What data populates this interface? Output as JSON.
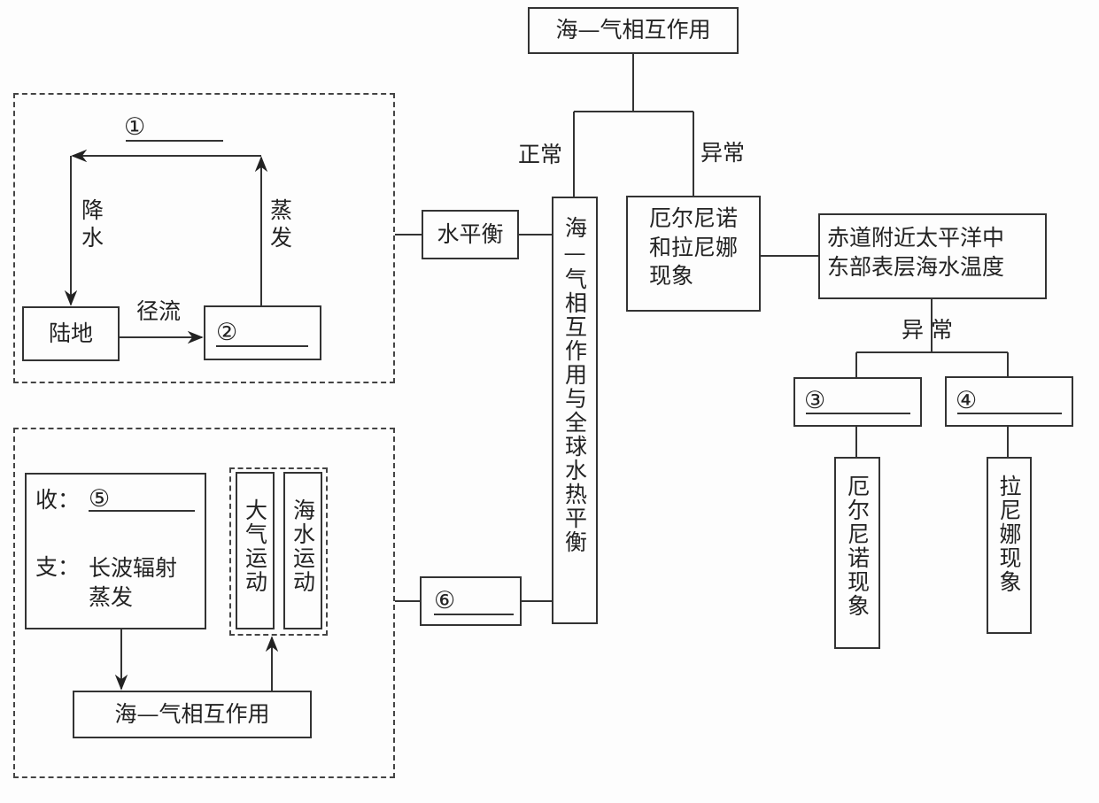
{
  "diagram": {
    "top_box": "海—气相互作用",
    "branch_normal": "正常",
    "branch_abnormal": "异常",
    "main_vertical_box": "海—气相互作用与全球水热平衡",
    "enso_box": "厄尔尼诺和拉尼娜现象",
    "enso_box_lines": [
      "厄尔尼诺",
      "和拉尼娜",
      "现象"
    ],
    "sst_box_lines": [
      "赤道附近太平洋中",
      "东部表层海水温度"
    ],
    "sst_branch": "异  常",
    "blank_3": "③",
    "blank_4": "④",
    "el_nino_box": "厄尔尼诺现象",
    "la_nina_box": "拉尼娜现象",
    "water_balance_box": "水平衡",
    "blank_6": "⑥",
    "water_cycle": {
      "blank_1": "①",
      "precipitation": "降水",
      "precipitation_chars": [
        "降",
        "水"
      ],
      "evaporation": "蒸发",
      "evaporation_chars": [
        "蒸",
        "发"
      ],
      "runoff": "径流",
      "land_box": "陆地",
      "blank_2": "②"
    },
    "heat_balance": {
      "income_label": "收：",
      "blank_5": "⑤",
      "expense_label": "支：",
      "expense_items": [
        "长波辐射",
        "蒸发"
      ],
      "atmosphere_motion": "大气运动",
      "ocean_motion": "海水运动",
      "bottom_box": "海—气相互作用"
    }
  }
}
